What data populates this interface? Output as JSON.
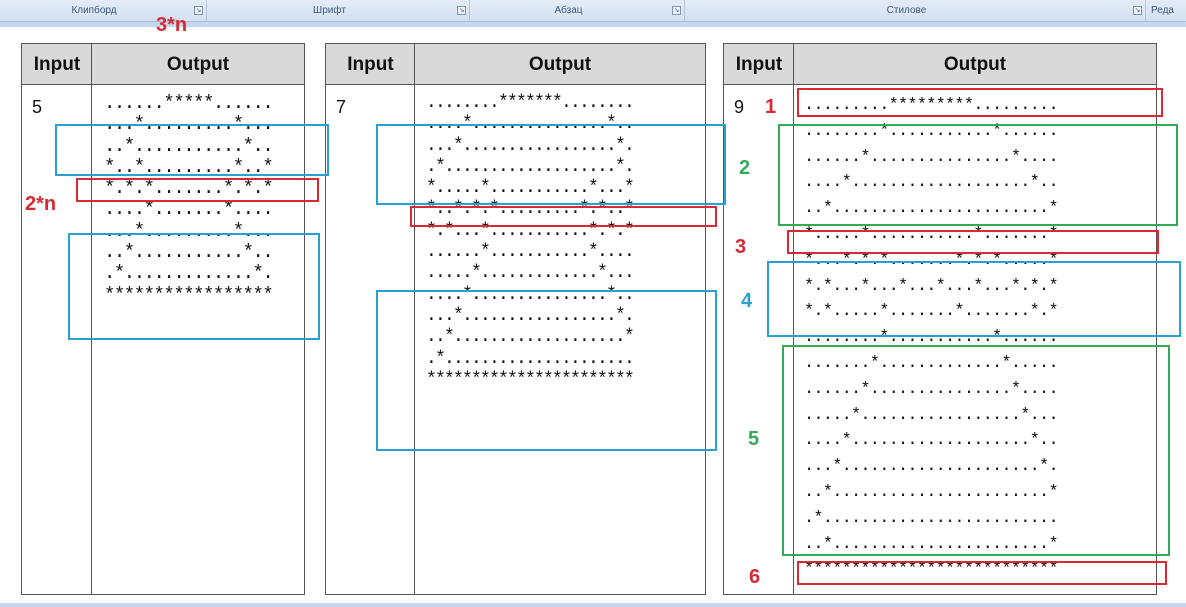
{
  "ribbon": {
    "groups": [
      "Клипборд",
      "Шрифт",
      "Абзац",
      "Стилове",
      "Реда"
    ]
  },
  "annotations": {
    "three_n": "3*n",
    "two_n": "2*n",
    "n1": "1",
    "n2": "2",
    "n3": "3",
    "n4": "4",
    "n5": "5",
    "n6": "6"
  },
  "tables": [
    {
      "header_input": "Input",
      "header_output": "Output",
      "input": "5",
      "output": [
        "......*****......",
        "...*.........*...",
        "..*...........*..",
        "*..*.........*..*",
        "*.*.*.......*.*.*",
        "....*.......*....",
        "...*.........*...",
        "..*...........*..",
        ".*.............*.",
        "*****************"
      ]
    },
    {
      "header_input": "Input",
      "header_output": "Output",
      "input": "7",
      "output": [
        "........*******........",
        "....*...............*..",
        "...*.................*.",
        ".*...................*.",
        "*.....*...........*...*",
        "*..*.*.*.........*.*..*",
        "*.*...*...........*.*.*",
        "......*...........*....",
        ".....*.............*...",
        "....*...............*..",
        "...*.................*.",
        "..*...................*",
        ".*.....................",
        "***********************"
      ]
    },
    {
      "header_input": "Input",
      "header_output": "Output",
      "input": "9",
      "output": [
        ".........*********.........",
        "........*...........*......",
        "......*...............*....",
        "....*...................*..",
        "..*.......................*",
        "*.....*...........*.......*",
        "*...*.*.*.......*.*.*.....*",
        "*.*...*...*...*...*...*.*.*",
        "*.*.....*.......*.......*.*",
        "........*...........*......",
        ".......*.............*.....",
        "......*...............*....",
        ".....*.................*...",
        "....*...................*..",
        "...*.....................*.",
        "..*.......................*",
        ".*.........................",
        "..*.......................*",
        "***************************"
      ]
    }
  ]
}
